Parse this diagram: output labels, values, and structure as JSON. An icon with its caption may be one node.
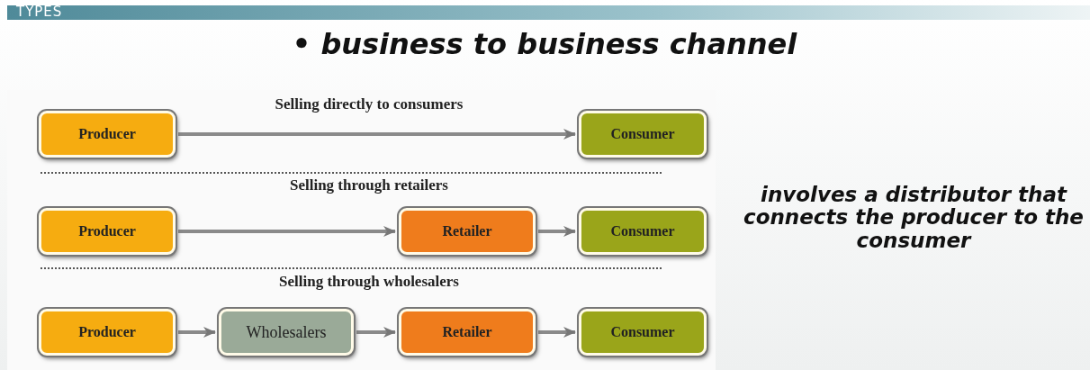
{
  "diagram": {
    "title": "• business to business channel",
    "nodes": [
      {
        "text": [
          "Producer"
        ]
      },
      {
        "text": [
          "Consumer"
        ]
      },
      {
        "text": [
          "Producer"
        ]
      },
      {
        "text": [
          "Retailer"
        ]
      },
      {
        "text": [
          "Consumer"
        ]
      },
      {
        "text": [
          "Producer"
        ]
      },
      {
        "text": [
          "Wholesalers"
        ]
      },
      {
        "text": [
          "Retailer"
        ]
      },
      {
        "text": [
          "Consumer"
        ]
      }
    ],
    "edges": [
      {
        "from": 0,
        "to": 1,
        "arrow": "to"
      },
      {
        "from": 2,
        "to": 3,
        "arrow": "to"
      },
      {
        "from": 3,
        "to": 4,
        "arrow": "to"
      },
      {
        "from": 5,
        "to": 6,
        "arrow": "to"
      },
      {
        "from": 6,
        "to": 7,
        "arrow": "to"
      },
      {
        "from": 7,
        "to": 8,
        "arrow": "to"
      }
    ],
    "labels": [
      "TYPES",
      "Selling directly to consumers",
      "Selling through retailers",
      "Selling through wholesalers",
      "involves a distributor that connects the producer to the consumer"
    ]
  }
}
